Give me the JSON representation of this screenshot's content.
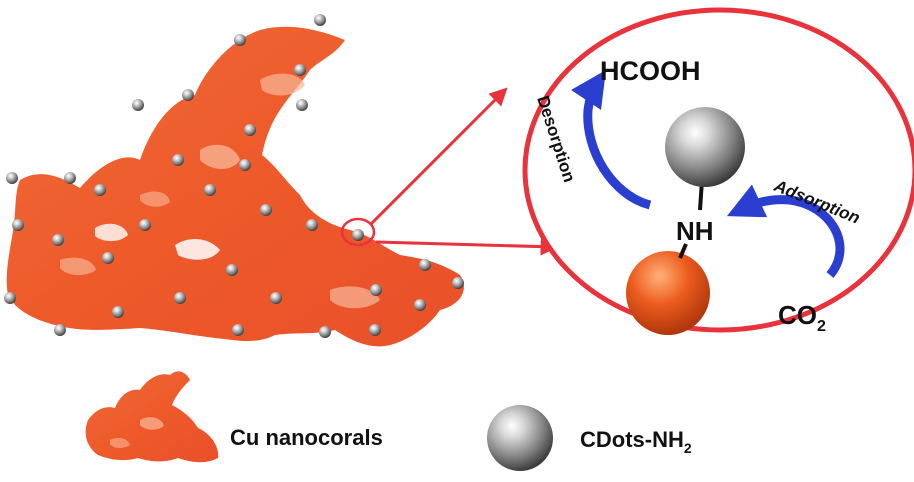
{
  "colors": {
    "coral": "#ee5a2a",
    "coral_light": "#f6a07c",
    "ellipse": "#e8323c",
    "arrow_red": "#e8323c",
    "arrow_blue": "#2a3fd0",
    "sphere_gray": "#8c8c8c",
    "cu_orange": "#e9521b"
  },
  "zoom": {
    "product": "HCOOH",
    "desorption": "Desorption",
    "adsorption": "Adsorption",
    "amine": "NH",
    "reactant_main": "CO",
    "reactant_sub": "2"
  },
  "legend": {
    "cu_label": "Cu nanocorals",
    "cdots_main": "CDots-NH",
    "cdots_sub": "2"
  }
}
